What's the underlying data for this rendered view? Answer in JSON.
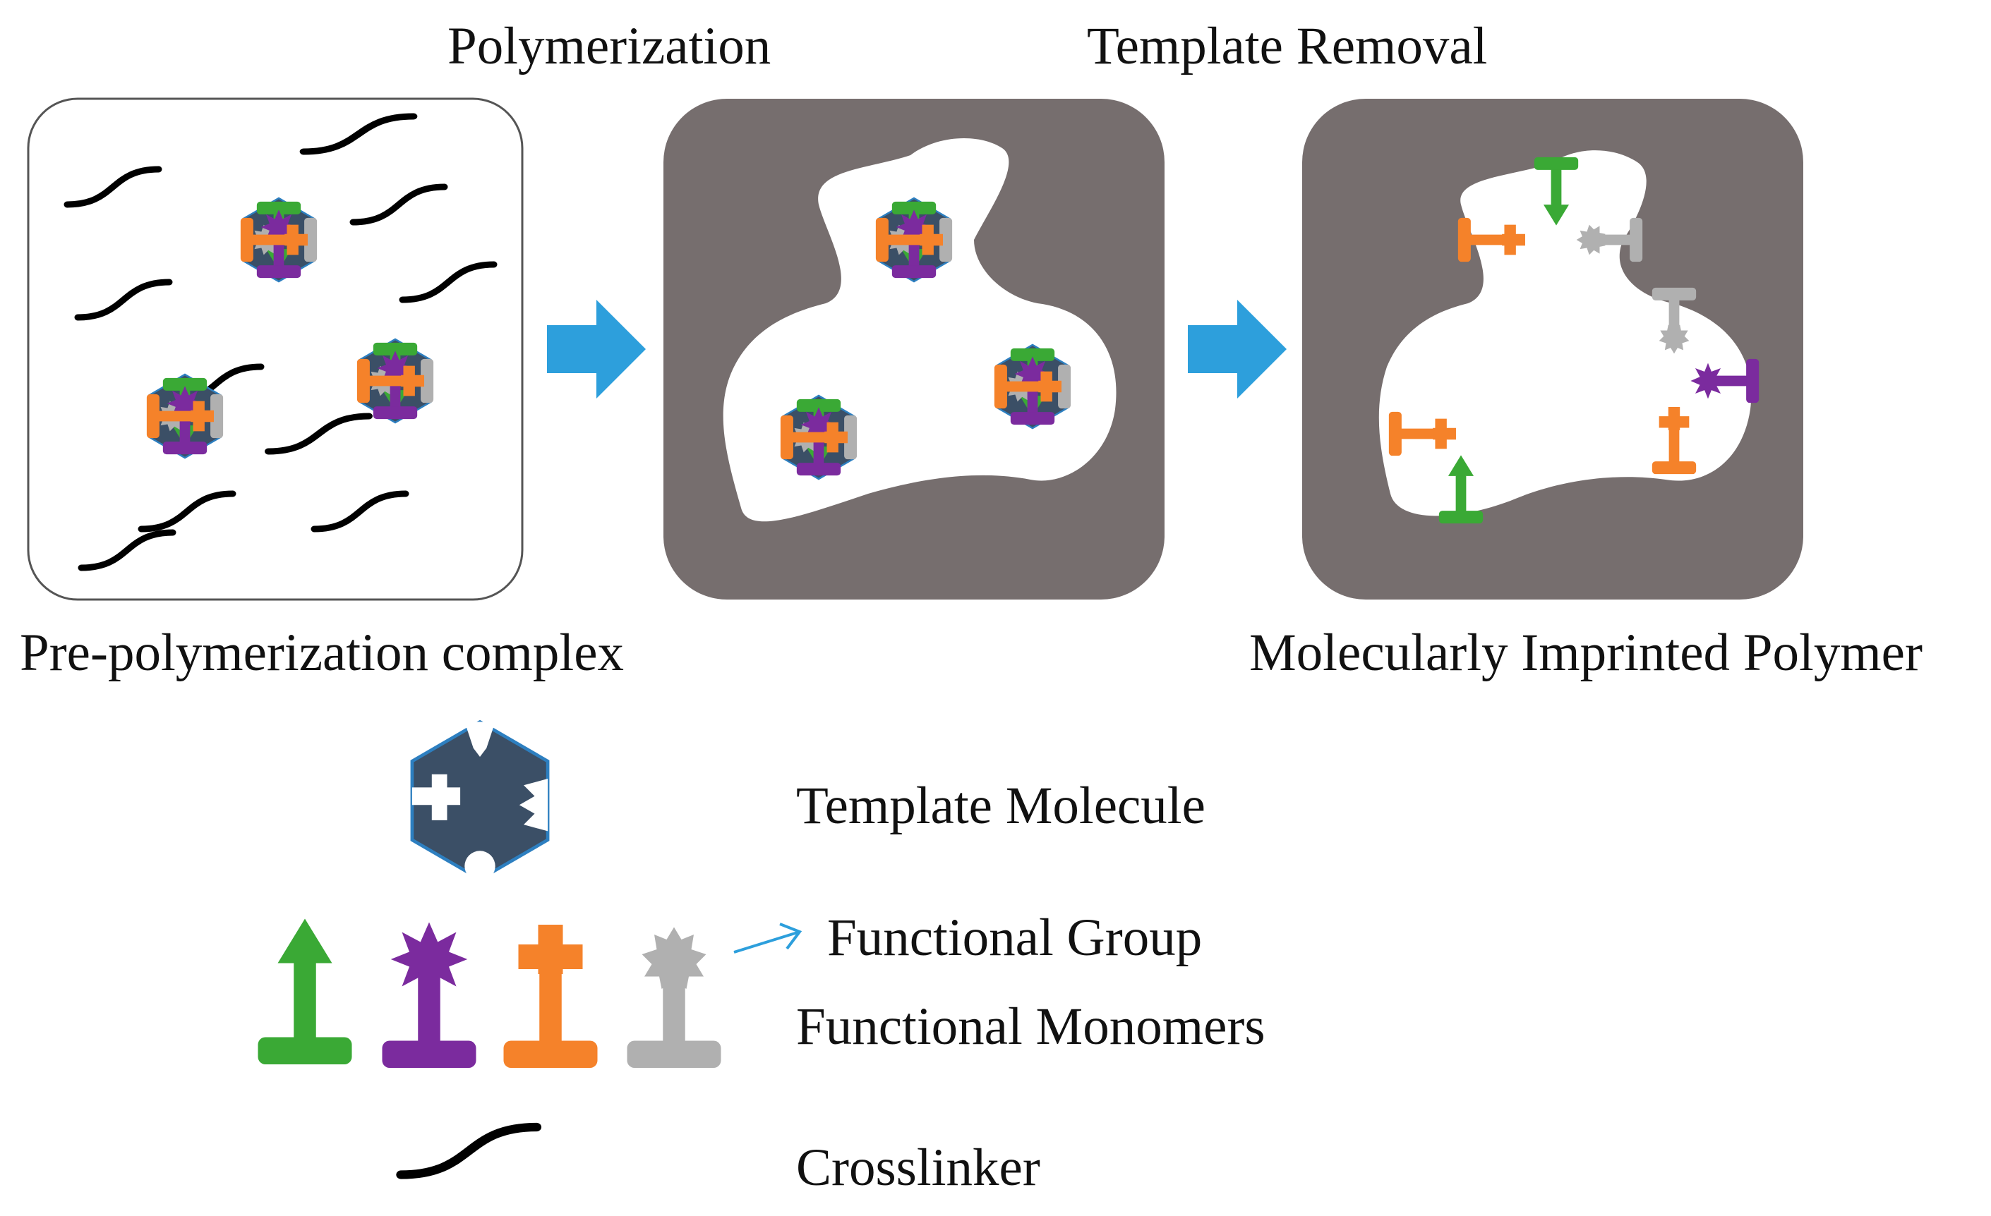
{
  "labels": {
    "polymerization": "Polymerization",
    "template_removal": "Template Removal",
    "pre_polymerization_complex": "Pre-polymerization complex",
    "molecularly_imprinted_polymer": "Molecularly Imprinted Polymer"
  },
  "legend": {
    "template_molecule": "Template Molecule",
    "functional_group": "Functional Group",
    "functional_monomers": "Functional Monomers",
    "crosslinker": "Crosslinker"
  },
  "colors": {
    "green": "#3aa935",
    "purple": "#7b2b9e",
    "orange": "#f5822a",
    "gray": "#b0b0b0",
    "template": "#3b4f66",
    "template_edge": "#2d7fc0",
    "polymer": "#766e6e",
    "arrow": "#2d9fdc",
    "crosslinker": "#000000"
  },
  "icons": [
    "arrow-up-icon",
    "starburst-icon",
    "cross-icon",
    "gear-icon",
    "block-arrow-icon",
    "crosslinker-curve-icon"
  ]
}
